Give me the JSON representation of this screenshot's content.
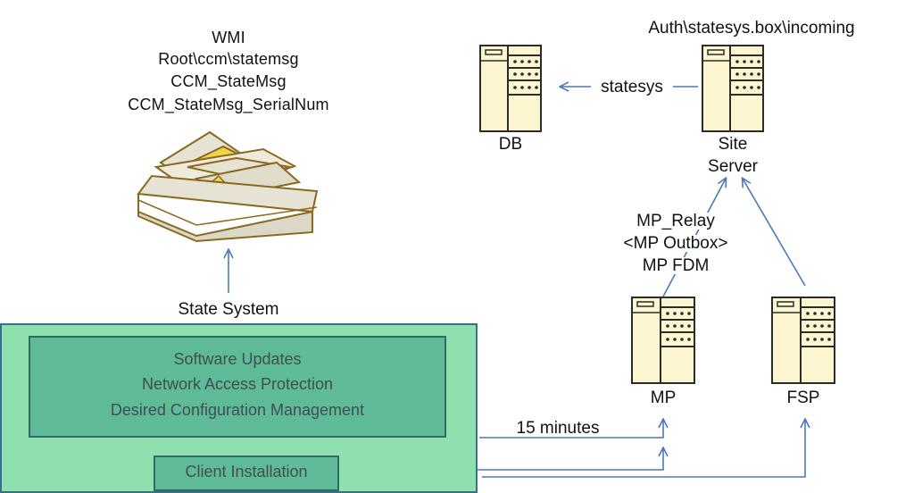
{
  "wmi_stack": {
    "lines": [
      "WMI",
      "Root\\ccm\\statemsg",
      "CCM_StateMsg",
      "CCM_StateMsg_SerialNum"
    ]
  },
  "state_system": {
    "label": "State System"
  },
  "client_box": {
    "features": [
      "Software Updates",
      "Network Access Protection",
      "Desired Configuration Management"
    ],
    "client_installation": "Client Installation"
  },
  "servers": {
    "db": {
      "label": "DB"
    },
    "site_server": {
      "label_line1": "Site",
      "label_line2": "Server",
      "path": "Auth\\statesys.box\\incoming"
    },
    "mp": {
      "label": "MP"
    },
    "fsp": {
      "label": "FSP"
    }
  },
  "flows": {
    "statesys": "statesys",
    "mp_relay_lines": [
      "MP_Relay",
      "<MP Outbox>",
      "MP FDM"
    ],
    "interval": "15 minutes"
  },
  "colors": {
    "arrow": "#4a79b8",
    "panel_fill": "#8ee0ae",
    "panel_border": "#3b6d8e",
    "inner_fill": "#5fba98",
    "inner_border": "#2d6b63",
    "server_fill": "#fbf6cf",
    "server_border": "#2b2b2b",
    "folder_fill": "#e6e2d4",
    "folder_accent": "#f2d44a"
  }
}
